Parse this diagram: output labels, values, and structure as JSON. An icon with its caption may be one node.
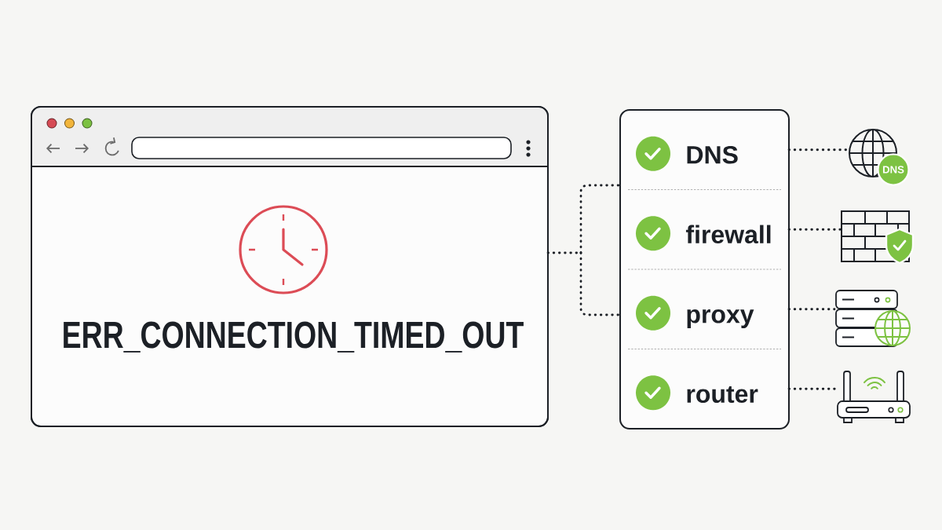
{
  "diagram": {
    "nodes": [
      {
        "text": [
          "ERR_CONNECTION_TIMED_OUT"
        ]
      },
      {
        "text": [],
        "shape": "box"
      },
      {
        "text": [
          "DNS"
        ],
        "in": 1
      },
      {
        "text": [
          "firewall"
        ],
        "in": 1
      },
      {
        "text": [
          "proxy"
        ],
        "in": 1
      },
      {
        "text": [
          "router"
        ],
        "in": 1
      },
      {
        "text": [
          "DNS"
        ]
      },
      {
        "text": [],
        "shape": "picture"
      },
      {
        "text": [],
        "shape": "picture"
      },
      {
        "text": [],
        "shape": "picture"
      }
    ],
    "edges": [
      {
        "from": 0,
        "to": 2,
        "arrow": "none"
      },
      {
        "from": 0,
        "to": 4,
        "arrow": "none"
      },
      {
        "from": 2,
        "to": 6,
        "arrow": "none"
      },
      {
        "from": 3,
        "to": 7,
        "arrow": "none"
      },
      {
        "from": 4,
        "to": 8,
        "arrow": "none"
      },
      {
        "from": 5,
        "to": 9,
        "arrow": "none"
      }
    ]
  }
}
